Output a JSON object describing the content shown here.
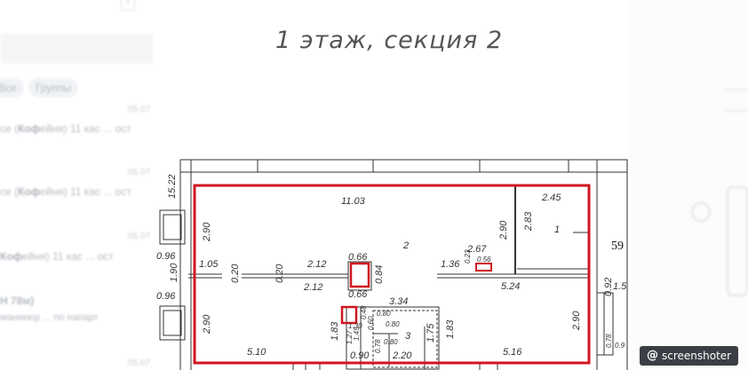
{
  "title": "1 этаж, секция 2",
  "unit_number": "59",
  "rooms": [
    "1",
    "2",
    "3"
  ],
  "dimensions": {
    "top_width": "11.03",
    "right_top": "2.45",
    "left_height_top": "15.22",
    "left_window_top": "2.90",
    "left_096_a": "0.96",
    "left_190": "1.90",
    "left_096_b": "0.96",
    "left_window_bottom": "2.90",
    "wall_105": "1.05",
    "wall_020_a": "0.20",
    "wall_020_b": "0.20",
    "col_212_top": "2.12",
    "col_212_bottom": "2.12",
    "col_066_top": "0.66",
    "col_066_bottom": "0.66",
    "col_084": "0.84",
    "mid_290": "2.90",
    "mid_283": "2.83",
    "mid_267": "2.67",
    "mid_023": "0.23",
    "mid_056": "0.56",
    "mid_136": "1.36",
    "mid_524": "5.24",
    "mid_334": "3.34",
    "right_092": "0.92",
    "right_15": "1.5",
    "right_290": "2.90",
    "right_078": "0.78",
    "right_09": "0.9",
    "bottom_510": "5.10",
    "bottom_516": "5.16",
    "bottom_220": "2.20",
    "bottom_090": "0.90",
    "w_183_a": "1.83",
    "w_183_b": "1.83",
    "w_175": "1.75",
    "s_080_a": "0.80",
    "s_080_b": "0.80",
    "s_080_c": "0.80",
    "s_060": "0.60",
    "s_048": "0.48",
    "s_078": "0.78",
    "s_130": "1.30",
    "s_145": "1.45",
    "s_127": "1.27"
  },
  "background": {
    "left_chat": {
      "tabs": [
        "Все",
        "Группы"
      ],
      "messages": [
        {
          "text_prefix": "се (",
          "bold": "Коф",
          "text_suffix": "ейня)  11 кас  ... ост",
          "time": "05.07"
        },
        {
          "text_prefix": "се (",
          "bold": "Коф",
          "text_suffix": "ейня)  11 кас  ... ост",
          "time": "05.07"
        },
        {
          "text_prefix": "",
          "bold": "Коф",
          "text_suffix": "ейня)  11 кас  ... ост",
          "time": "05.07"
        },
        {
          "text_prefix": "Н 78м)",
          "bold": "",
          "text_suffix": "",
          "time": ""
        },
        {
          "text_prefix": "маникюр  ... по напарт",
          "bold": "",
          "text_suffix": "",
          "time": "05.07"
        }
      ]
    }
  },
  "watermark": {
    "symbol": "@",
    "label": "screenshoter"
  },
  "colors": {
    "outline": "#d0161f",
    "linework": "#333333",
    "title": "#555555"
  }
}
